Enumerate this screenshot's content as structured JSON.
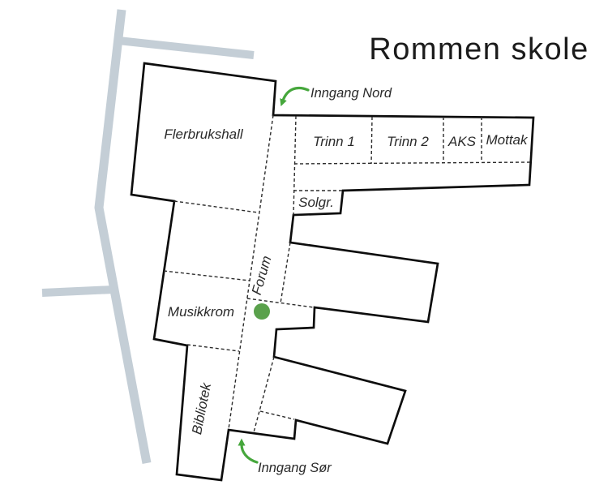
{
  "title": "Rommen skole",
  "map": {
    "rooms": {
      "flerbrukshall": "Flerbrukshall",
      "trinn1": "Trinn 1",
      "trinn2": "Trinn 2",
      "aks": "AKS",
      "mottak": "Mottak",
      "solgr": "Solgr.",
      "forum": "Forum",
      "musikkrom": "Musikkrom",
      "bibliotek": "Bibliotek"
    },
    "entrances": {
      "nord": "Inngang Nord",
      "sor": "Inngang Sør"
    }
  },
  "colors": {
    "background": "#ffffff",
    "road": "#c4ced6",
    "wall": "#0d0d0d",
    "partition": "#2b2b2b",
    "arrow_green": "#46a73c",
    "marker_green": "#5aa14c",
    "text": "#2a2a2a",
    "title": "#1b1b1b"
  }
}
